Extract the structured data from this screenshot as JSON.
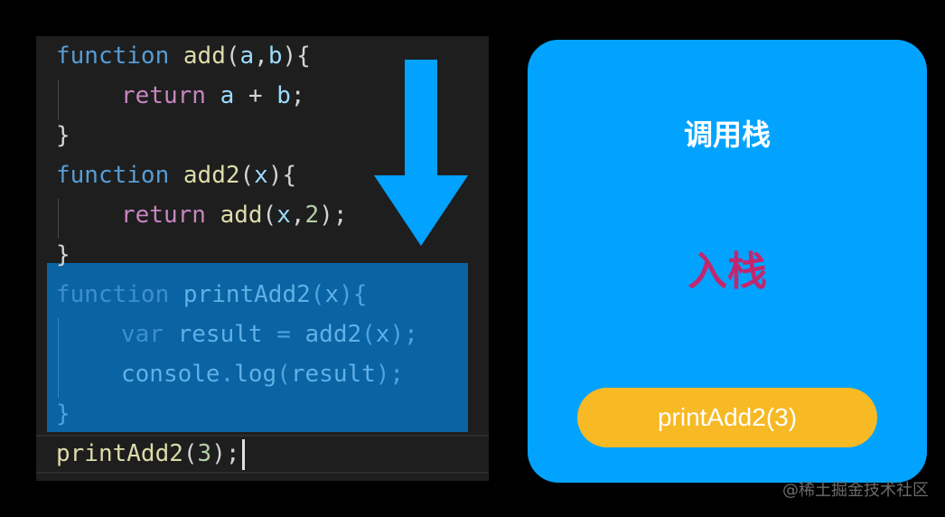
{
  "code": {
    "lines": [
      [
        {
          "t": "function",
          "c": "kw"
        },
        {
          "t": " ",
          "c": "pun"
        },
        {
          "t": "add",
          "c": "fn"
        },
        {
          "t": "(",
          "c": "pun"
        },
        {
          "t": "a",
          "c": "var"
        },
        {
          "t": ",",
          "c": "pun"
        },
        {
          "t": "b",
          "c": "var"
        },
        {
          "t": "){",
          "c": "pun"
        }
      ],
      [
        {
          "t": "return",
          "c": "ret"
        },
        {
          "t": " ",
          "c": "pun"
        },
        {
          "t": "a",
          "c": "var"
        },
        {
          "t": " + ",
          "c": "pun"
        },
        {
          "t": "b",
          "c": "var"
        },
        {
          "t": ";",
          "c": "pun"
        }
      ],
      [
        {
          "t": "}",
          "c": "pun"
        }
      ],
      [
        {
          "t": "function",
          "c": "kw"
        },
        {
          "t": " ",
          "c": "pun"
        },
        {
          "t": "add2",
          "c": "fn"
        },
        {
          "t": "(",
          "c": "pun"
        },
        {
          "t": "x",
          "c": "var"
        },
        {
          "t": "){",
          "c": "pun"
        }
      ],
      [
        {
          "t": "return",
          "c": "ret"
        },
        {
          "t": " ",
          "c": "pun"
        },
        {
          "t": "add",
          "c": "fn"
        },
        {
          "t": "(",
          "c": "pun"
        },
        {
          "t": "x",
          "c": "var"
        },
        {
          "t": ",",
          "c": "pun"
        },
        {
          "t": "2",
          "c": "num"
        },
        {
          "t": ");",
          "c": "pun"
        }
      ],
      [
        {
          "t": "}",
          "c": "pun"
        }
      ],
      [
        {
          "t": "function",
          "c": "kw"
        },
        {
          "t": " ",
          "c": "pun"
        },
        {
          "t": "printAdd2",
          "c": "fn"
        },
        {
          "t": "(",
          "c": "pun"
        },
        {
          "t": "x",
          "c": "var"
        },
        {
          "t": "){",
          "c": "pun"
        }
      ],
      [
        {
          "t": "var",
          "c": "kw"
        },
        {
          "t": " ",
          "c": "pun"
        },
        {
          "t": "result",
          "c": "var"
        },
        {
          "t": " = ",
          "c": "pun"
        },
        {
          "t": "add2",
          "c": "fn"
        },
        {
          "t": "(",
          "c": "pun"
        },
        {
          "t": "x",
          "c": "var"
        },
        {
          "t": ");",
          "c": "pun"
        }
      ],
      [
        {
          "t": "console",
          "c": "var"
        },
        {
          "t": ".",
          "c": "pun"
        },
        {
          "t": "log",
          "c": "fn"
        },
        {
          "t": "(",
          "c": "pun"
        },
        {
          "t": "result",
          "c": "var"
        },
        {
          "t": ");",
          "c": "pun"
        }
      ],
      [
        {
          "t": "}",
          "c": "pun"
        }
      ],
      [
        {
          "t": "printAdd2",
          "c": "fn"
        },
        {
          "t": "(",
          "c": "pun"
        },
        {
          "t": "3",
          "c": "num"
        },
        {
          "t": ");",
          "c": "pun"
        }
      ]
    ],
    "highlighted_lines": [
      6,
      7,
      8,
      9
    ],
    "cursor_line": 10
  },
  "stack": {
    "title": "调用栈",
    "action": "入栈",
    "frames": [
      "printAdd2(3)"
    ]
  },
  "watermark": "@稀土掘金技术社区",
  "colors": {
    "stack_bg": "#01a3ff",
    "arrow": "#01a3ff",
    "frame_bg": "#f7b924",
    "action_text": "#c2276e",
    "selection": "#0a63a3"
  },
  "icons": {
    "arrow": "down-arrow-icon"
  }
}
